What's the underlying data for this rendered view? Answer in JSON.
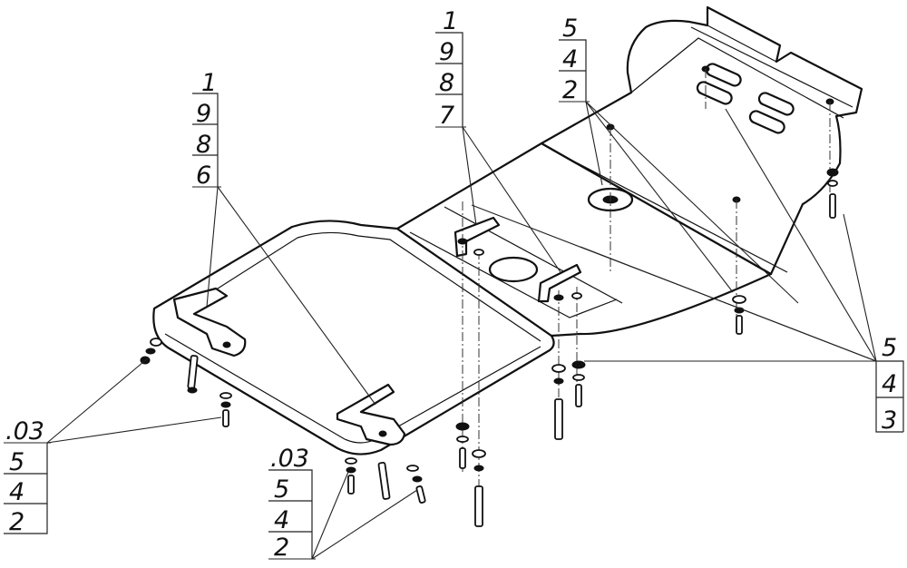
{
  "callouts": {
    "left_top": [
      "1",
      "9",
      "8",
      "6"
    ],
    "center_top": [
      "1",
      "9",
      "8",
      "7"
    ],
    "right_top": [
      "5",
      "4",
      "2"
    ],
    "right_bottom": [
      "5",
      "4",
      "3"
    ],
    "left_bottom": [
      ".03",
      "5",
      "4",
      "2"
    ],
    "center_bottom": [
      ".03",
      "5",
      "4",
      "2"
    ]
  }
}
